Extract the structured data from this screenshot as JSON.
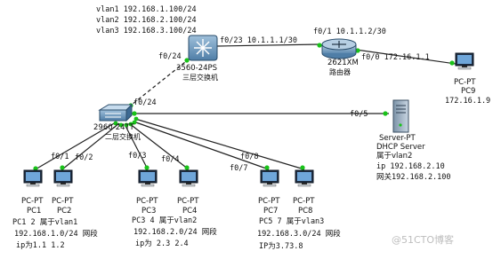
{
  "vlan_info": [
    "vlan1 192.168.1.100/24",
    "vlan2 192.168.2.100/24",
    "vlan3 192.168.3.100/24"
  ],
  "l3switch": {
    "model": "3560-24PS",
    "name": "三层交换机"
  },
  "router": {
    "model": "2621XM",
    "name": "路由器"
  },
  "l2switch": {
    "model": "2960-24TT",
    "name": "二层交换机"
  },
  "pc9": {
    "type": "PC-PT",
    "name": "PC9",
    "ip": "172.16.1.9"
  },
  "server": {
    "type": "Server-PT",
    "name": "DHCP Server",
    "vlan": "属于vlan2",
    "ip": "ip 192.168.2.10",
    "gw": "网关192.168.2.100"
  },
  "pcs": [
    {
      "type": "PC-PT",
      "name": "PC1"
    },
    {
      "type": "PC-PT",
      "name": "PC2"
    },
    {
      "type": "PC-PT",
      "name": "PC3"
    },
    {
      "type": "PC-PT",
      "name": "PC4"
    },
    {
      "type": "PC-PT",
      "name": "PC7"
    },
    {
      "type": "PC-PT",
      "name": "PC8"
    }
  ],
  "ports": {
    "l3_f0_23": "f0/23 10.1.1.1/30",
    "r_f0_1": "f0/1 10.1.1.2/30",
    "r_f0_0": "f0/0 172.16.1.1",
    "l3_f0_24": "f0/24",
    "l2_f0_24": "f0/24",
    "l2_f0_5": "f0/5",
    "f0_1": "f0/1",
    "f0_2": "f0/2",
    "f0_3": "f0/3",
    "f0_4": "f0/4",
    "f0_7": "f0/7",
    "f0_8": "f0/8"
  },
  "groups": [
    {
      "line1": "PC1 2 属于vlan1",
      "line2": "192.168.1.0/24 网段",
      "line3": "ip为1.1 1.2"
    },
    {
      "line1": "PC3 4 属于vlan2",
      "line2": "192.168.2.0/24 网段",
      "line3": "ip为 2.3 2.4"
    },
    {
      "line1": "PC5 7 属于vlan3",
      "line2": "192.168.3.0/24 网段",
      "line3": "IP为3.73.8"
    }
  ],
  "watermark": "@51CTO博客"
}
